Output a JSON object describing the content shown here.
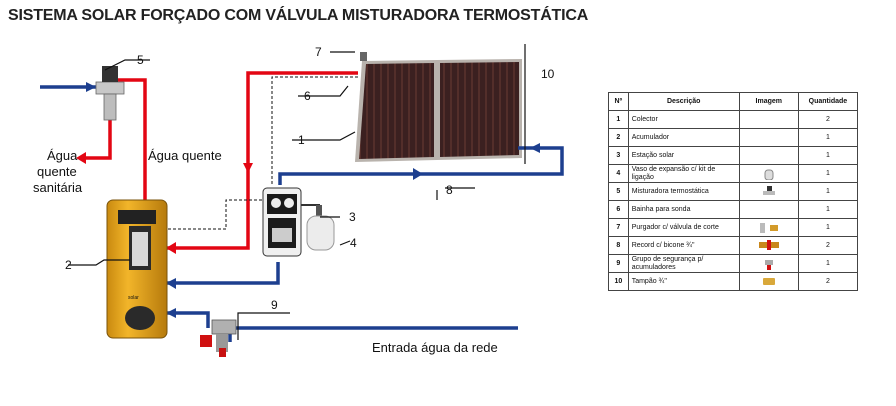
{
  "title": "SISTEMA SOLAR FORÇADO COM VÁLVULA MISTURADORA TERMOSTÁTICA",
  "labels": {
    "agua_quente_sanitaria_1": "Água",
    "agua_quente_sanitaria_2": "quente",
    "agua_quente_sanitaria_3": "sanitária",
    "agua_quente": "Água quente",
    "entrada_agua_rede": "Entrada água da rede"
  },
  "callouts": [
    "1",
    "2",
    "3",
    "4",
    "5",
    "6",
    "7",
    "8",
    "9",
    "10"
  ],
  "colors": {
    "hot_pipe": "#e30613",
    "cold_pipe": "#1d3f8f",
    "tank_body": "#e8a317",
    "panel": "#3a1f1f"
  },
  "table": {
    "headers": [
      "Nº",
      "Descrição",
      "Imagem",
      "Quantidade"
    ],
    "rows": [
      {
        "n": "1",
        "desc": "Colector",
        "qty": "2",
        "icon": ""
      },
      {
        "n": "2",
        "desc": "Acumulador",
        "qty": "1",
        "icon": ""
      },
      {
        "n": "3",
        "desc": "Estação solar",
        "qty": "1",
        "icon": ""
      },
      {
        "n": "4",
        "desc": "Vaso de expansão c/ kit de ligação",
        "qty": "1",
        "icon": "expansion-vessel-icon"
      },
      {
        "n": "5",
        "desc": "Misturadora termostática",
        "qty": "1",
        "icon": "mixing-valve-icon"
      },
      {
        "n": "6",
        "desc": "Bainha para sonda",
        "qty": "1",
        "icon": ""
      },
      {
        "n": "7",
        "desc": "Purgador c/ válvula de corte",
        "qty": "1",
        "icon": "air-vent-icon"
      },
      {
        "n": "8",
        "desc": "Record c/ bicone ¾\"",
        "qty": "2",
        "icon": "fitting-icon"
      },
      {
        "n": "9",
        "desc": "Grupo de segurança p/ acumuladores",
        "qty": "1",
        "icon": "safety-group-icon"
      },
      {
        "n": "10",
        "desc": "Tampão ¾\"",
        "qty": "2",
        "icon": "cap-icon"
      }
    ]
  }
}
